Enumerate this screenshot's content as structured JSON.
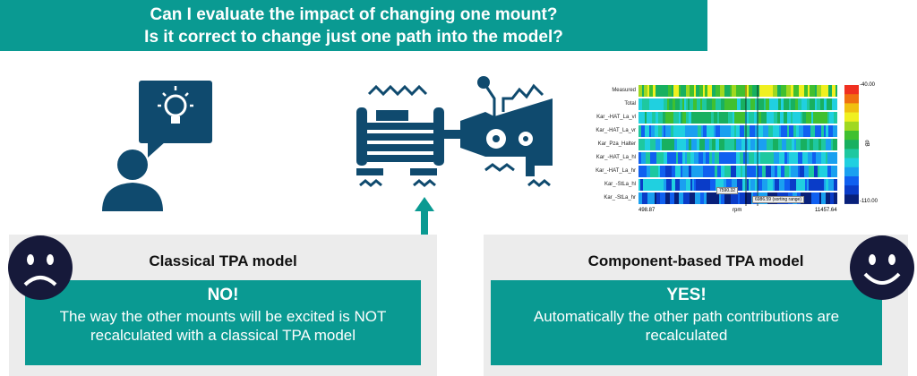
{
  "title": {
    "line1": "Can I evaluate the impact of changing one mount?",
    "line2": "Is it correct to change just one path into the model?"
  },
  "left_panel": {
    "heading": "Classical TPA model",
    "answer": "NO!",
    "text": "The way the other mounts will be excited is NOT recalculated with a classical TPA model"
  },
  "right_panel": {
    "heading": "Component-based TPA model",
    "answer": "YES!",
    "text": "Automatically the other path contributions are recalculated"
  },
  "heatmap": {
    "rows": [
      "Measured",
      "Total",
      "Kar_-HAT_La_vl",
      "Kar_-HAT_La_vr",
      "Kar_Pza_Halter",
      "Kar_-HAT_La_hl",
      "Kar_-HAT_La_hr",
      "Kar_-StLa_hl",
      "Kar_-StLa_hr"
    ],
    "x_min": "498.87",
    "x_max": "11457.64",
    "x_label": "rpm",
    "cursor_value": "7590.32",
    "cursor_range": "6986.59 (sorting range)",
    "scale_max": "-40.00",
    "scale_min": "-110.00",
    "scale_unit": "dB"
  },
  "colors": {
    "teal": "#0a9a92",
    "navy": "#0f4a6e",
    "face": "#16193a"
  }
}
